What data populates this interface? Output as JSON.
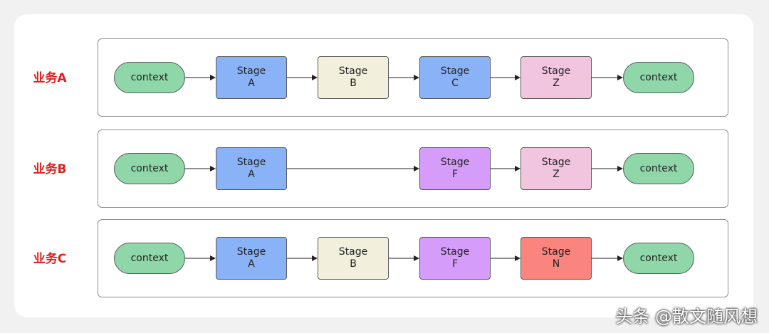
{
  "lanes": [
    {
      "label": "业务A",
      "nodes": [
        {
          "kind": "ctx",
          "text": "context",
          "color": "#8fd6a9"
        },
        {
          "kind": "stage",
          "title": "Stage",
          "id": "A",
          "color": "#8ab2f7"
        },
        {
          "kind": "stage",
          "title": "Stage",
          "id": "B",
          "color": "#f2efdc"
        },
        {
          "kind": "stage",
          "title": "Stage",
          "id": "C",
          "color": "#8ab2f7"
        },
        {
          "kind": "stage",
          "title": "Stage",
          "id": "Z",
          "color": "#f2c5df"
        },
        {
          "kind": "ctx",
          "text": "context",
          "color": "#8fd6a9"
        }
      ]
    },
    {
      "label": "业务B",
      "nodes": [
        {
          "kind": "ctx",
          "text": "context",
          "color": "#8fd6a9"
        },
        {
          "kind": "stage",
          "title": "Stage",
          "id": "A",
          "color": "#8ab2f7"
        },
        {
          "kind": "gap"
        },
        {
          "kind": "stage",
          "title": "Stage",
          "id": "F",
          "color": "#d59cf9"
        },
        {
          "kind": "stage",
          "title": "Stage",
          "id": "Z",
          "color": "#f2c5df"
        },
        {
          "kind": "ctx",
          "text": "context",
          "color": "#8fd6a9"
        }
      ]
    },
    {
      "label": "业务C",
      "nodes": [
        {
          "kind": "ctx",
          "text": "context",
          "color": "#8fd6a9"
        },
        {
          "kind": "stage",
          "title": "Stage",
          "id": "A",
          "color": "#8ab2f7"
        },
        {
          "kind": "stage",
          "title": "Stage",
          "id": "B",
          "color": "#f2efdc"
        },
        {
          "kind": "stage",
          "title": "Stage",
          "id": "F",
          "color": "#d59cf9"
        },
        {
          "kind": "stage",
          "title": "Stage",
          "id": "N",
          "color": "#f9857e"
        },
        {
          "kind": "ctx",
          "text": "context",
          "color": "#8fd6a9"
        }
      ]
    }
  ],
  "watermark": "头条 @散文随风想"
}
